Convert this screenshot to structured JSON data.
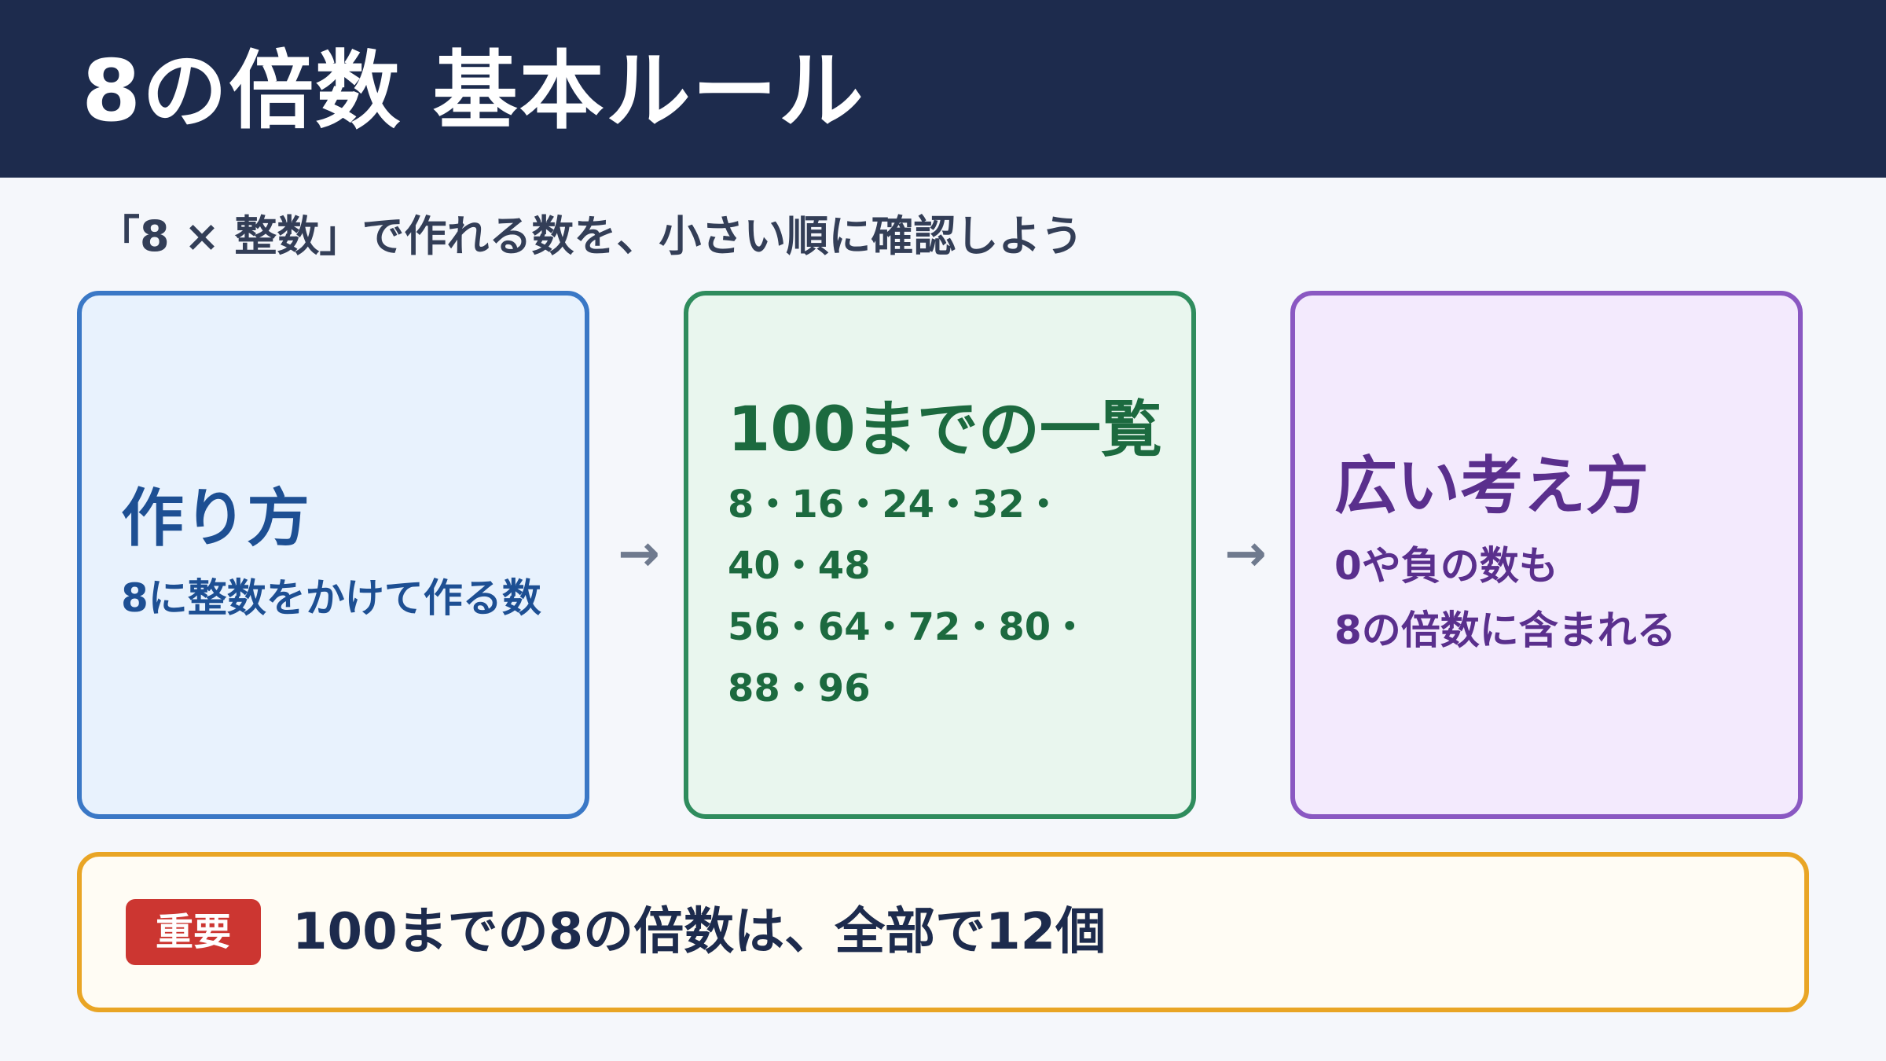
{
  "header": {
    "title": "8の倍数 基本ルール"
  },
  "subtitle": "「8 × 整数」で作れる数を、小さい順に確認しよう",
  "cards": [
    {
      "title": "作り方",
      "lines": [
        "8に整数をかけて作る数"
      ]
    },
    {
      "title": "100までの一覧",
      "lines": [
        "8・16・24・32・40・48",
        "56・64・72・80・88・96"
      ]
    },
    {
      "title": "広い考え方",
      "lines": [
        "0や負の数も",
        "8の倍数に含まれる"
      ]
    }
  ],
  "arrow_glyph": "→",
  "callout": {
    "badge": "重要",
    "text": "100までの8の倍数は、全部で12個"
  },
  "colors": {
    "header_bg": "#1d2b4d",
    "blue_accent": "#3a78c6",
    "green_accent": "#2f8c5d",
    "purple_accent": "#8a58c2",
    "callout_border": "#e9a525",
    "badge_bg": "#cc3631"
  }
}
